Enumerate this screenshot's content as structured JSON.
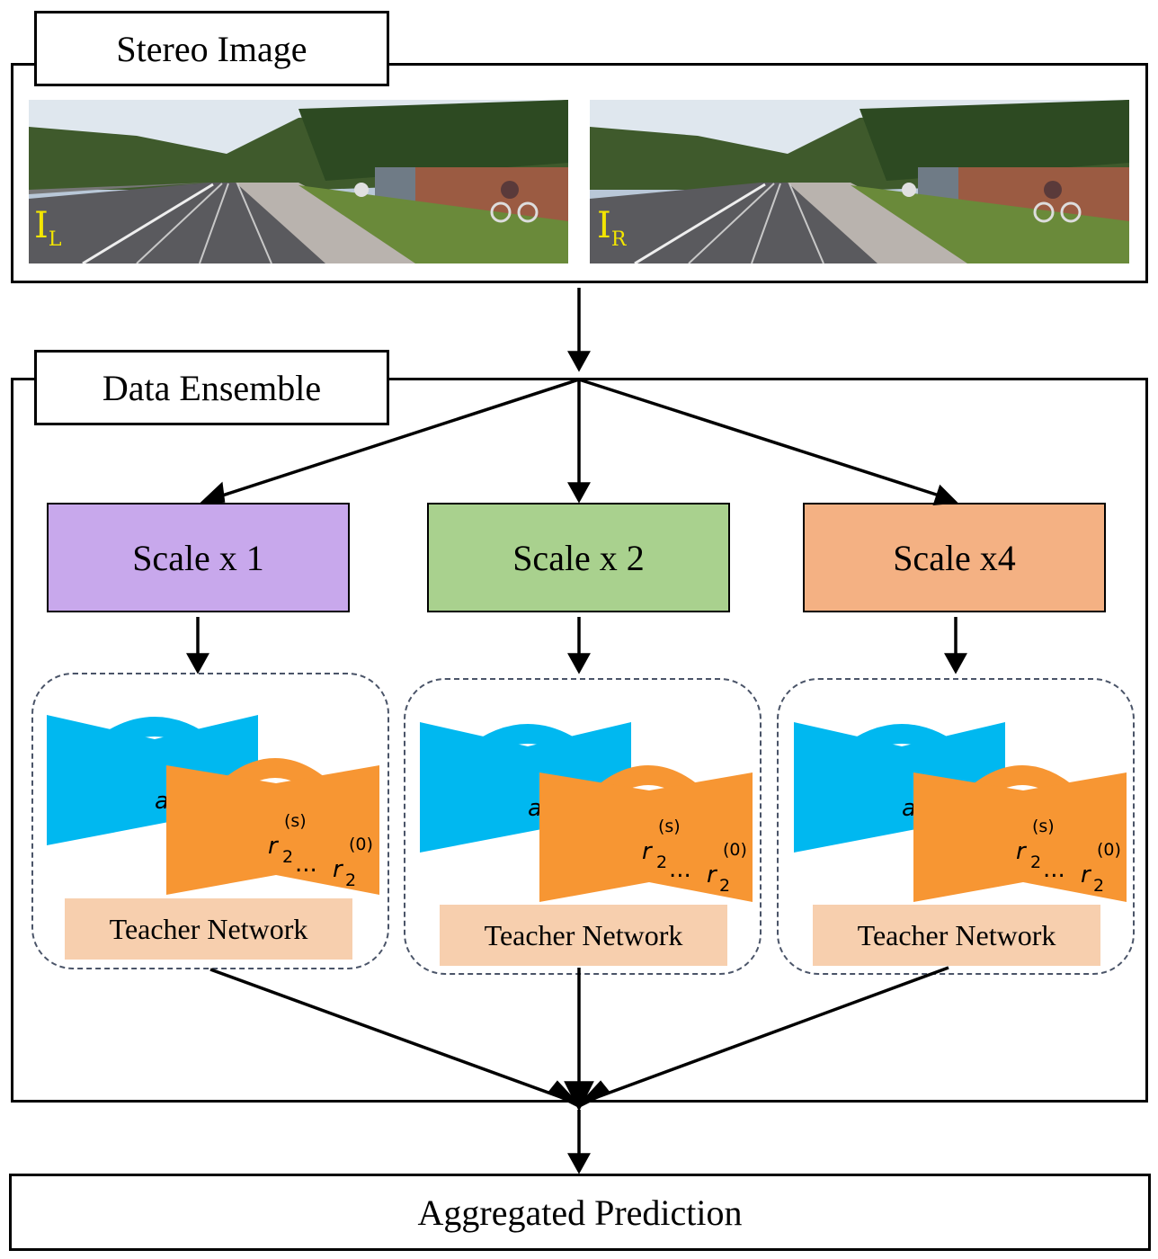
{
  "stereo": {
    "title": "Stereo Image",
    "left_label": "I",
    "left_sub": "L",
    "right_label": "I",
    "right_sub": "R"
  },
  "ensemble": {
    "title": "Data Ensemble"
  },
  "scales": [
    {
      "label": "Scale x 1",
      "color": "#c8a8ec"
    },
    {
      "label": "Scale x 2",
      "color": "#a9d18e"
    },
    {
      "label": "Scale x4",
      "color": "#f4b183"
    }
  ],
  "teacher": {
    "label": "Teacher Network",
    "sup_s": "(s)",
    "sup_0": "(0)",
    "var": "r",
    "sub": "2",
    "dots": "...",
    "hidden_char": "a"
  },
  "network_colors": {
    "blue": "#00b8f0",
    "orange": "#f79633"
  },
  "output": {
    "label": "Aggregated Prediction"
  }
}
